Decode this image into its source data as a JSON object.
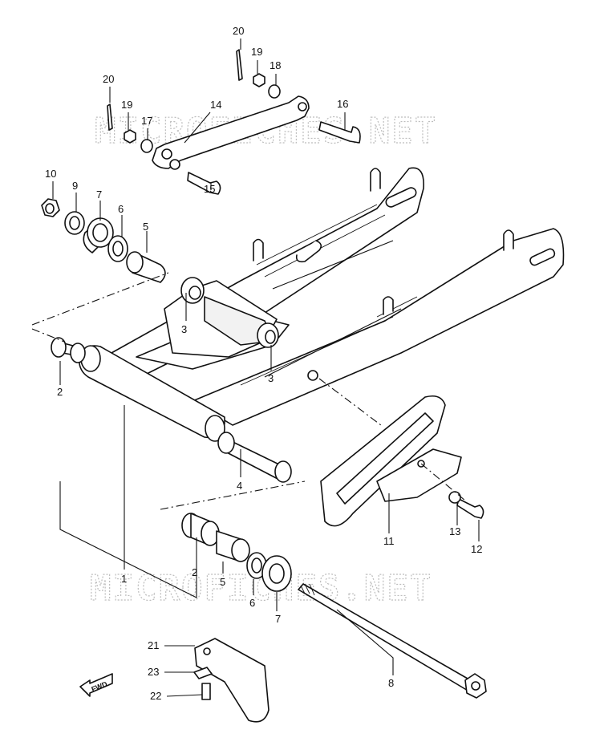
{
  "watermark": "MICROFICHES.NET",
  "fwd_label": "FWD",
  "callouts": [
    {
      "id": "c1",
      "label": "1"
    },
    {
      "id": "c2a",
      "label": "2"
    },
    {
      "id": "c2b",
      "label": "2"
    },
    {
      "id": "c3a",
      "label": "3"
    },
    {
      "id": "c3b",
      "label": "3"
    },
    {
      "id": "c4",
      "label": "4"
    },
    {
      "id": "c5a",
      "label": "5"
    },
    {
      "id": "c5b",
      "label": "5"
    },
    {
      "id": "c6a",
      "label": "6"
    },
    {
      "id": "c6b",
      "label": "6"
    },
    {
      "id": "c7a",
      "label": "7"
    },
    {
      "id": "c7b",
      "label": "7"
    },
    {
      "id": "c8",
      "label": "8"
    },
    {
      "id": "c9",
      "label": "9"
    },
    {
      "id": "c10",
      "label": "10"
    },
    {
      "id": "c11",
      "label": "11"
    },
    {
      "id": "c12",
      "label": "12"
    },
    {
      "id": "c13",
      "label": "13"
    },
    {
      "id": "c14",
      "label": "14"
    },
    {
      "id": "c15",
      "label": "15"
    },
    {
      "id": "c16",
      "label": "16"
    },
    {
      "id": "c17",
      "label": "17"
    },
    {
      "id": "c18",
      "label": "18"
    },
    {
      "id": "c19a",
      "label": "19"
    },
    {
      "id": "c19b",
      "label": "19"
    },
    {
      "id": "c20a",
      "label": "20"
    },
    {
      "id": "c20b",
      "label": "20"
    },
    {
      "id": "c21",
      "label": "21"
    },
    {
      "id": "c22",
      "label": "22"
    },
    {
      "id": "c23",
      "label": "23"
    }
  ]
}
